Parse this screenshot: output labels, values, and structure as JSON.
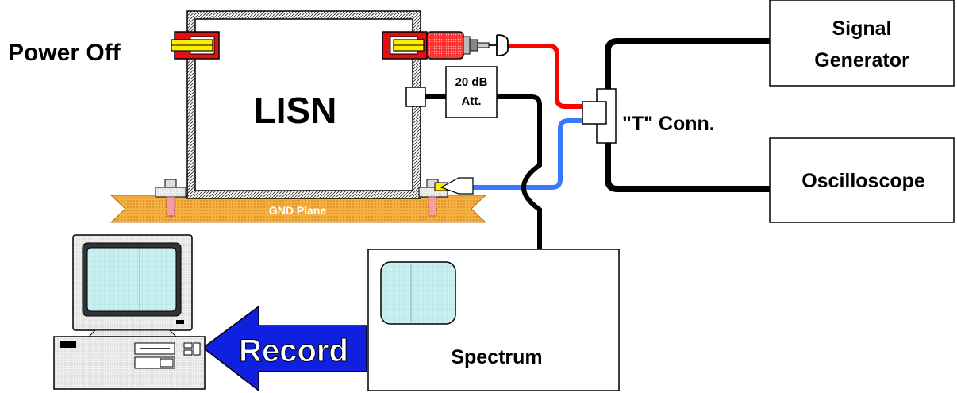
{
  "labels": {
    "power_off": "Power Off",
    "lisn": "LISN",
    "attenuator_line1": "20 dB",
    "attenuator_line2": "Att.",
    "t_connector": "\"T\" Conn.",
    "signal_generator_line1": "Signal",
    "signal_generator_line2": "Generator",
    "oscilloscope": "Oscilloscope",
    "gnd_plane": "GND Plane",
    "spectrum": "Spectrum",
    "record": "Record"
  },
  "colors": {
    "red_cable": "#ff0000",
    "blue_cable": "#3a78ff",
    "black_cable": "#000000",
    "gnd_plane": "#f5b040",
    "screen": "#c8f0f0",
    "arrow_fill": "#1020e0",
    "connector_red": "#e01010",
    "connector_yellow": "#ffee00",
    "pc_body": "#e8e8e8"
  }
}
